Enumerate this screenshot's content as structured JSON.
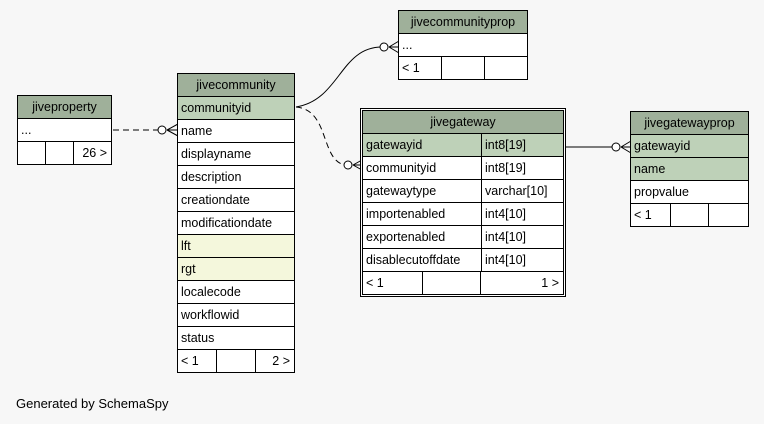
{
  "tables": {
    "jiveproperty": {
      "name": "jiveproperty",
      "cols": "...",
      "footer": [
        "",
        "",
        "26 >"
      ]
    },
    "jivecommunity": {
      "name": "jivecommunity",
      "columns": [
        "communityid",
        "name",
        "displayname",
        "description",
        "creationdate",
        "modificationdate",
        "lft",
        "rgt",
        "localecode",
        "workflowid",
        "status"
      ],
      "footer": [
        "< 1",
        "",
        "2 >"
      ]
    },
    "jivecommunityprop": {
      "name": "jivecommunityprop",
      "cols": "...",
      "footer": [
        "< 1",
        "",
        ""
      ]
    },
    "jivegateway": {
      "name": "jivegateway",
      "columns": [
        {
          "name": "gatewayid",
          "type": "int8[19]"
        },
        {
          "name": "communityid",
          "type": "int8[19]"
        },
        {
          "name": "gatewaytype",
          "type": "varchar[10]"
        },
        {
          "name": "importenabled",
          "type": "int4[10]"
        },
        {
          "name": "exportenabled",
          "type": "int4[10]"
        },
        {
          "name": "disablecutoffdate",
          "type": "int4[10]"
        }
      ],
      "footer": [
        "< 1",
        "",
        "1 >"
      ]
    },
    "jivegatewayprop": {
      "name": "jivegatewayprop",
      "columns": [
        "gatewayid",
        "name",
        "propvalue"
      ],
      "footer": [
        "< 1",
        "",
        ""
      ]
    }
  },
  "footer_text": "Generated by SchemaSpy"
}
